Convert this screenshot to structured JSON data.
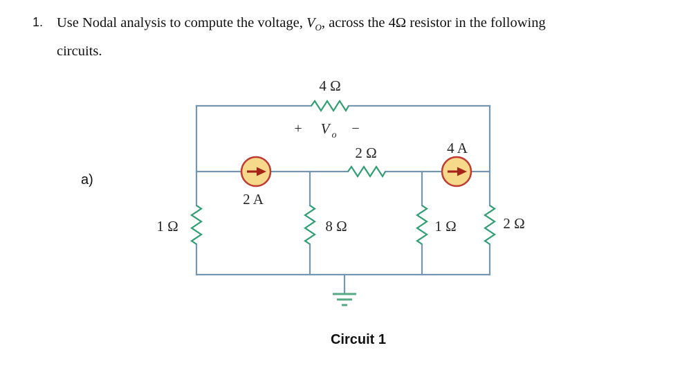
{
  "problem": {
    "number": "1.",
    "line1_before_vo": "Use Nodal analysis to compute the voltage, ",
    "vo_symbol": "V",
    "vo_subscript": "O",
    "line1_after_vo": ", across the 4Ω resistor in the following",
    "line2": "circuits.",
    "part_label": "a)"
  },
  "circuit": {
    "caption": "Circuit 1",
    "resistors": {
      "top": "4 Ω",
      "middle": "2 Ω",
      "left": "1 Ω",
      "branch_8": "8 Ω",
      "branch_1": "1 Ω",
      "right": "2 Ω"
    },
    "sources": {
      "left": "2 A",
      "right": "4 A"
    },
    "vo_marking": {
      "plus": "+",
      "symbol": "V",
      "subscript": "o",
      "minus": "−"
    },
    "colors": {
      "wire": "#7596b1",
      "resistor": "#2f9e74",
      "source_fill": "#f7d98b",
      "source_stroke": "#c03a30",
      "arrow": "#a6231a",
      "ground": "#55a983",
      "text": "#262626"
    }
  }
}
